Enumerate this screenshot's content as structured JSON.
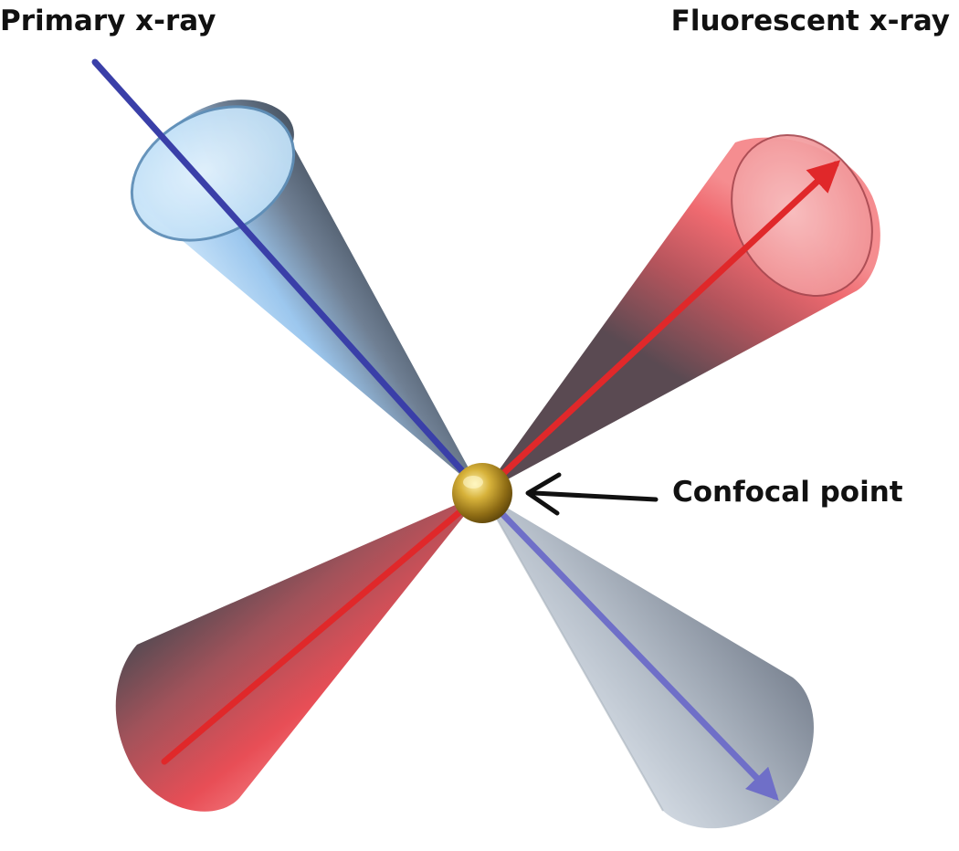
{
  "labels": {
    "primary": "Primary x-ray",
    "fluorescent": "Fluorescent x-ray",
    "confocal": "Confocal point"
  },
  "colors": {
    "background": "#ffffff",
    "primary_beam": "#3a3fa8",
    "primary_beam_light": "#6f6fc8",
    "fluorescent_beam": "#e0282a",
    "cone_blue_light": "#cfe7fa",
    "cone_blue_mid": "#9cc7ee",
    "cone_blue_dark": "#4e5a6a",
    "cone_red_light": "#f7a7a8",
    "cone_red_mid": "#ea5c62",
    "cone_red_dark": "#5a4a52",
    "cone_gray_light": "#d9e0e8",
    "cone_gray_dark": "#8f98a4",
    "confocal_sphere": "#c9a227",
    "pointer_arrow": "#111111"
  },
  "icons": {
    "confocal_point": "sphere",
    "pointer": "arrow-left"
  }
}
